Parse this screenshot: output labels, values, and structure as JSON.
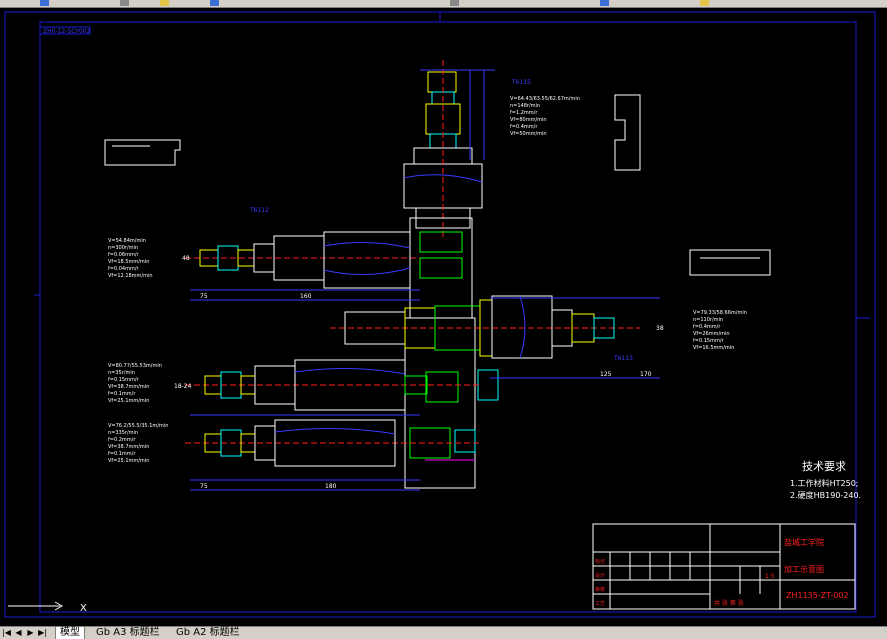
{
  "drawing": {
    "stamp": "ZH0-12-SCY002",
    "tech_req_title": "技术要求",
    "tech_req_line1": "1.工作材料HT250;",
    "tech_req_line2": "2.硬度HB190-240.",
    "title_block_school": "盐城工学院",
    "title_block_name": "加工示意图",
    "title_block_number": "ZH1135-ZT-002",
    "title_block_scale": "1:5",
    "title_block_sheet": "共 张 第 张",
    "row_labels": [
      "标记",
      "设计",
      "审核",
      "工艺"
    ],
    "station_label_top": "48",
    "station_label_mid": "18-24",
    "station_label_right": "38",
    "spec_top_block": [
      "V=64.43/63.55/62.67m/min",
      "n=148r/min",
      "f=1.2mm/r",
      "Vf=80mm/min",
      "f=0.4mm/r",
      "Vf=50mm/min"
    ],
    "spec_left1_block": [
      "V=54.84m/min",
      "n=300r/min",
      "f=0.06mm/r",
      "Vf=18.5mm/min",
      "f=0.04mm/r",
      "Vf=12.18mm/min"
    ],
    "spec_left2_block": [
      "V=80.77/55.53m/min",
      "n=35r/min",
      "f=0.15mm/r",
      "Vf=38.7mm/min",
      "f=0.1mm/r",
      "Vf=25.1mm/min"
    ],
    "spec_left3_block": [
      "V=76.2/55.5/35.1m/min",
      "n=335r/min",
      "f=0.2mm/r",
      "Vf=38.7mm/min",
      "f=0.1mm/r",
      "Vf=25.1mm/min"
    ],
    "spec_right_block": [
      "V=79.33/58.66m/min",
      "n=110r/min",
      "f=0.4mm/r",
      "Vf=26mm/min",
      "f=0.15mm/r",
      "Vf=16.5mm/min"
    ],
    "dim_labels": [
      "75",
      "160",
      "75",
      "180",
      "125",
      "170"
    ],
    "part_label_a": "T6115",
    "part_label_b": "T6112",
    "part_label_c": "T6113"
  },
  "tabs": {
    "model": "模型",
    "layout1": "Gb A3 标题栏",
    "layout2": "Gb A2 标题栏"
  },
  "nav": {
    "first": "|◀",
    "prev": "◀",
    "next": "▶",
    "last": "▶|"
  },
  "colors": {
    "background": "#000000",
    "frame": "#1010d0",
    "drawing": "#3a3aff",
    "cyan": "#00ffff",
    "green": "#00ff00",
    "yellow": "#ffff00",
    "magenta": "#ff00ff",
    "red": "#ff2020",
    "white": "#ffffff"
  }
}
